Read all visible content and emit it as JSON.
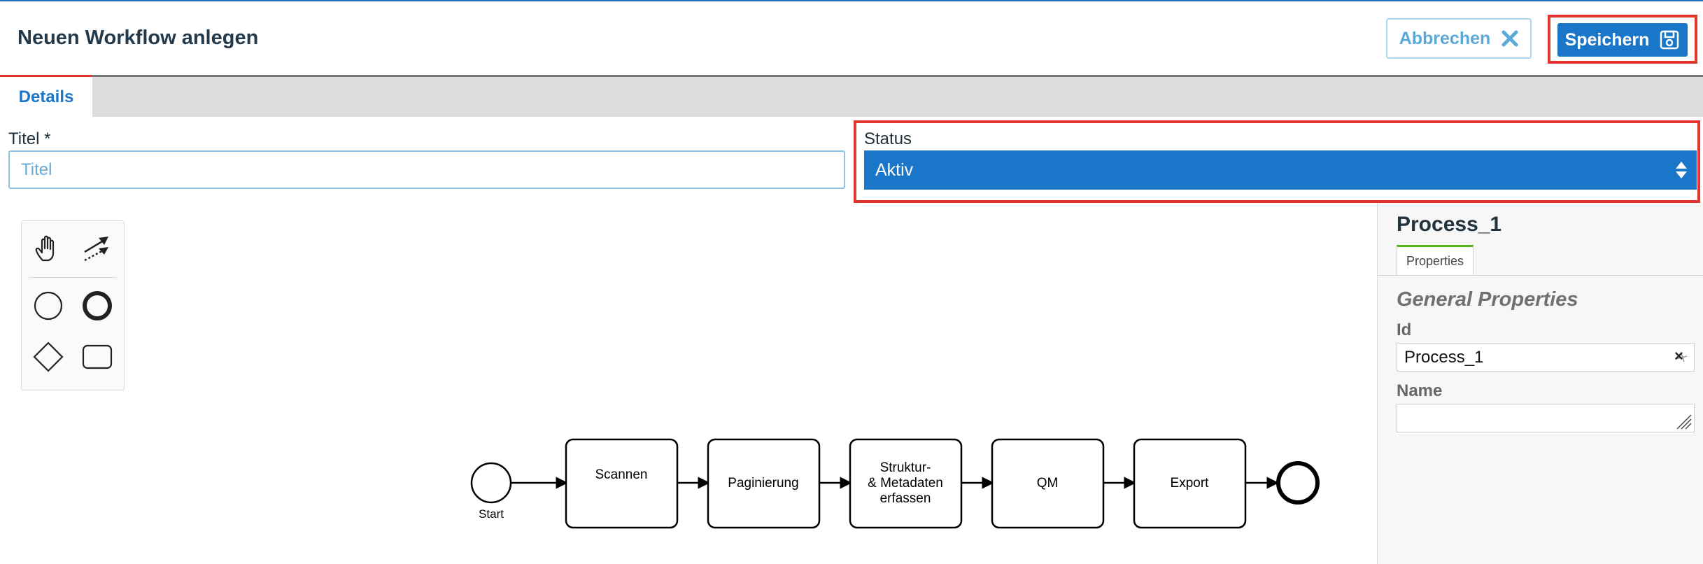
{
  "header": {
    "title": "Neuen Workflow anlegen",
    "cancel_label": "Abbrechen",
    "save_label": "Speichern"
  },
  "tabs": [
    {
      "label": "Details",
      "active": true
    }
  ],
  "form": {
    "title_label": "Titel  *",
    "title_placeholder": "Titel",
    "title_value": "",
    "status_label": "Status",
    "status_value": "Aktiv"
  },
  "palette": {
    "tools": [
      "hand-tool-icon",
      "global-connect-icon",
      "start-event-icon",
      "end-event-icon",
      "gateway-icon",
      "task-icon"
    ]
  },
  "diagram": {
    "start_label": "Start",
    "tasks": [
      "Scannen",
      "Paginierung",
      [
        "Struktur-",
        "& Metadaten",
        "erfassen"
      ],
      "QM",
      "Export"
    ]
  },
  "properties": {
    "title": "Process_1",
    "tab_label": "Properties",
    "group_title": "General Properties",
    "id_label": "Id",
    "id_value": "Process_1",
    "name_label": "Name",
    "name_value": ""
  },
  "colors": {
    "primary": "#1976c8",
    "highlight": "#e3342f",
    "tab_accent": "#52b415"
  }
}
